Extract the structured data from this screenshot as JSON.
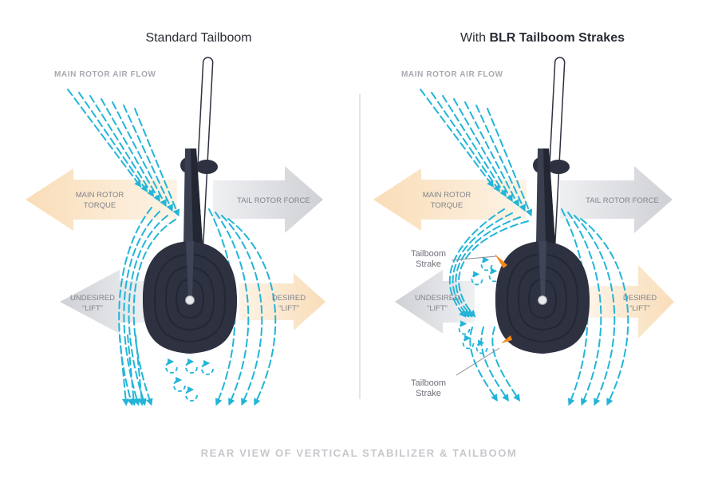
{
  "left_panel": {
    "title": "Standard Tailboom",
    "airflow_label": "MAIN ROTOR AIR FLOW",
    "main_rotor_torque": [
      "MAIN ROTOR",
      "TORQUE"
    ],
    "tail_rotor_force": "TAIL ROTOR FORCE",
    "undesired_lift": [
      "UNDESIRED",
      "“LIFT”"
    ],
    "desired_lift": [
      "DESIRED",
      "“LIFT”"
    ]
  },
  "right_panel": {
    "title_prefix": "With ",
    "title_bold": "BLR Tailboom Strakes",
    "airflow_label": "MAIN ROTOR AIR FLOW",
    "main_rotor_torque": [
      "MAIN  ROTOR",
      "TORQUE"
    ],
    "tail_rotor_force": "TAIL ROTOR FORCE",
    "undesired_lift": [
      "UNDESIRED",
      "“LIFT”"
    ],
    "desired_lift": [
      "DESIRED",
      "“LIFT”"
    ],
    "strake_top_label": [
      "Tailboom",
      "Strake"
    ],
    "strake_bottom_label": [
      "Tailboom",
      "Strake"
    ]
  },
  "footer_caption": "REAR VIEW OF VERTICAL STABILIZER & TAILBOOM",
  "colors": {
    "airflow": "#22b5d8",
    "orange_arrow": "#f9e3c4",
    "gray_arrow": "#dcdde1",
    "tailboom_dark": "#2d3140",
    "strake": "#f08a1c",
    "label_gray": "#a7a9b0",
    "title_dark": "#2a2d36"
  }
}
